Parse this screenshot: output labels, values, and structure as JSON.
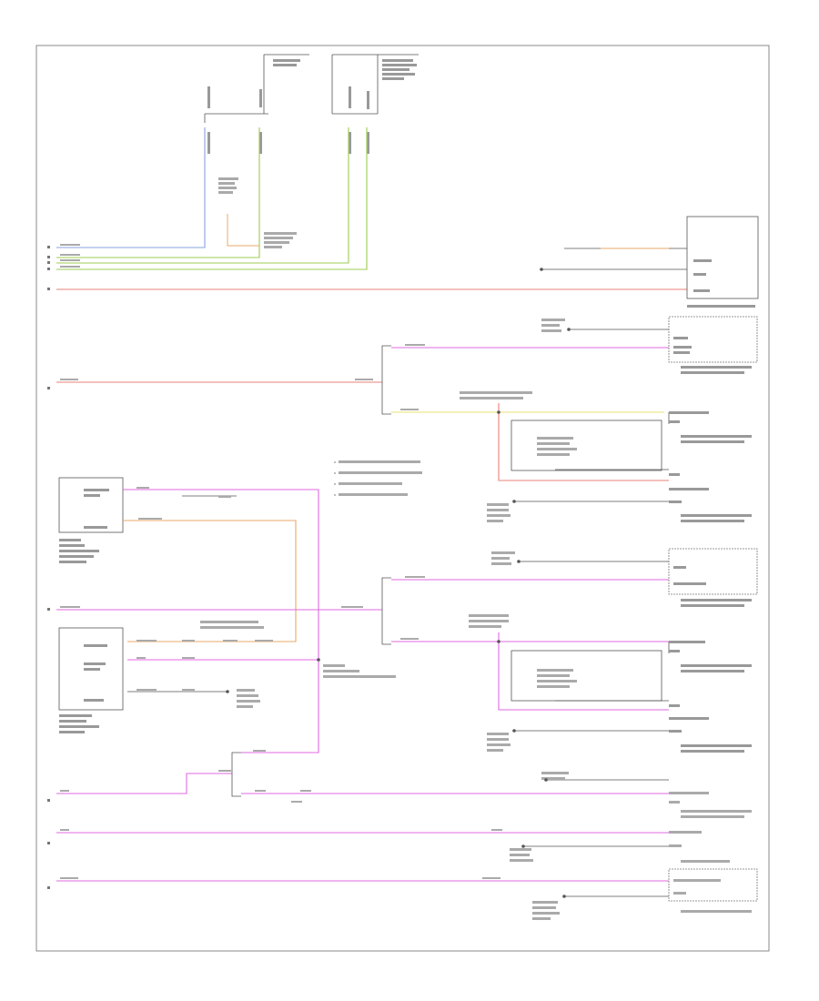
{
  "page": {
    "footer": "",
    "colors": {
      "red": "#e8807a",
      "magenta": "#e06ae0",
      "green": "#9ccc50",
      "blue": "#8aa0e0",
      "orange": "#e8a86a",
      "yellow": "#e8e070",
      "line": "#555555",
      "frame": "#888888",
      "text": "#777777"
    }
  },
  "top_connectors": [
    {
      "id": "c1",
      "label": ""
    },
    {
      "id": "c2",
      "label": ""
    },
    {
      "id": "c3",
      "label": ""
    }
  ],
  "modules": [
    {
      "id": "m1",
      "label": ""
    },
    {
      "id": "m2",
      "label": ""
    },
    {
      "id": "m3",
      "label": ""
    },
    {
      "id": "m4",
      "label": ""
    },
    {
      "id": "m5",
      "label": ""
    },
    {
      "id": "m6",
      "label": ""
    },
    {
      "id": "m7",
      "label": ""
    },
    {
      "id": "m8",
      "label": ""
    },
    {
      "id": "m9",
      "label": ""
    },
    {
      "id": "m10",
      "label": ""
    },
    {
      "id": "m11",
      "label": ""
    },
    {
      "id": "m12",
      "label": ""
    }
  ]
}
